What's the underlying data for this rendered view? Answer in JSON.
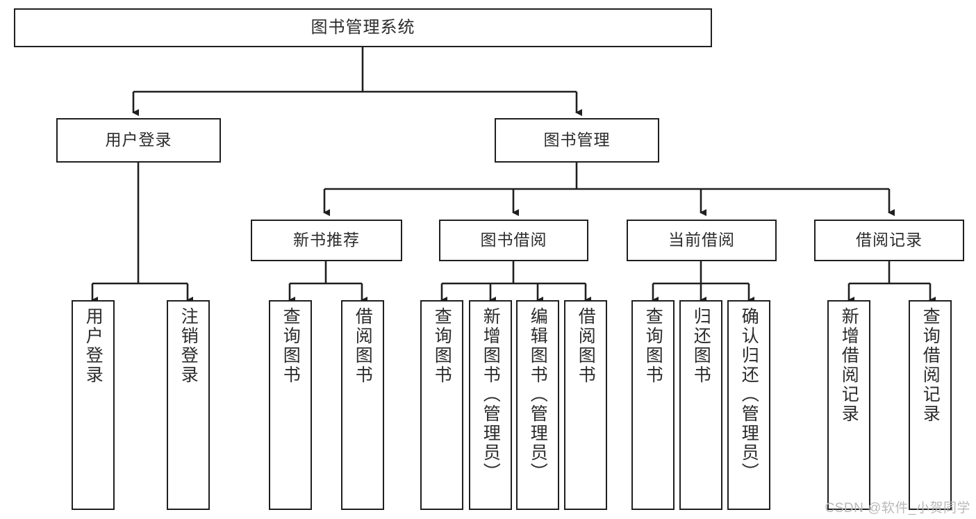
{
  "diagram": {
    "title": "图书管理系统",
    "type": "tree-hierarchy",
    "watermark": "CSDN @软件_小贺同学",
    "nodes": {
      "root": "图书管理系统",
      "level2": [
        "用户登录",
        "图书管理"
      ],
      "level3": [
        "新书推荐",
        "图书借阅",
        "当前借阅",
        "借阅记录"
      ],
      "leaves_user_login": [
        "用户登录",
        "注销登录"
      ],
      "leaves_new_book": [
        "查询图书",
        "借阅图书"
      ],
      "leaves_book_borrow": [
        "查询图书",
        "新增图书（管理员）",
        "编辑图书（管理员）",
        "借阅图书"
      ],
      "leaves_current_borrow": [
        "查询图书",
        "归还图书",
        "确认归还（管理员）"
      ],
      "leaves_borrow_record": [
        "新增借阅记录",
        "查询借阅记录"
      ]
    },
    "colors": {
      "stroke": "#1f1f1f",
      "text": "#2b2b2b",
      "background": "#ffffff",
      "watermark": "#b9b9b9"
    }
  }
}
